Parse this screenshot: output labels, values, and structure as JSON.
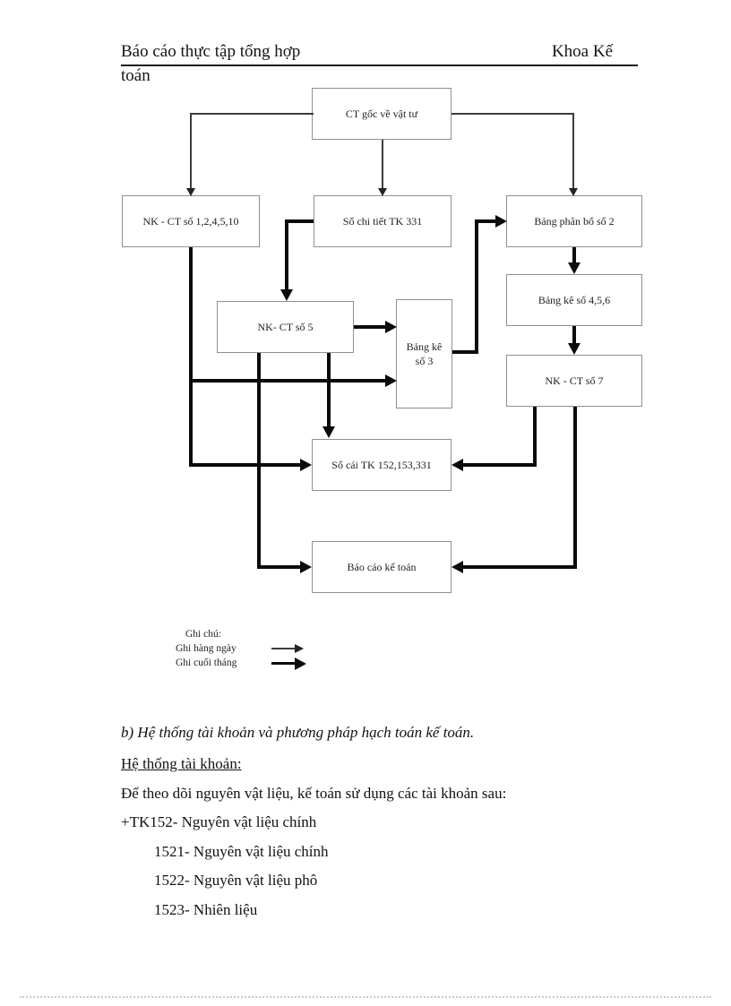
{
  "header": {
    "title_left": "Báo cáo thực tập tổng hợp",
    "title_right": "Khoa Kế",
    "title_wrap": "toán"
  },
  "diagram": {
    "boxes": [
      {
        "id": "ct-goc-vat-tu",
        "label": "CT gốc về vật tư"
      },
      {
        "id": "nk-ct-1-2-4-5-10",
        "label": "NK - CT số 1,2,4,5,10"
      },
      {
        "id": "so-chi-tiet-tk-331",
        "label": "Sổ chi tiết TK 331"
      },
      {
        "id": "bang-phan-bo-so-2",
        "label": "Bảng phân bổ số 2"
      },
      {
        "id": "nk-ct-so-5",
        "label": "NK- CT số 5"
      },
      {
        "id": "bang-ke-so-3",
        "label": "Bảng kê số 3"
      },
      {
        "id": "bang-ke-so-4-5-6",
        "label": "Bảng kê số 4,5,6"
      },
      {
        "id": "nk-ct-so-7",
        "label": "NK - CT số 7"
      },
      {
        "id": "so-cai-tk",
        "label": "Sổ cái TK 152,153,331"
      },
      {
        "id": "bao-cao-ke-toan",
        "label": "Báo cáo kế toán"
      }
    ],
    "legend": {
      "title": "Ghi chú:",
      "items": [
        {
          "label": "Ghi hàng ngày",
          "line_style": "thin",
          "icon": "daily-arrow-icon"
        },
        {
          "label": "Ghi cuối tháng",
          "line_style": "thick",
          "icon": "monthly-arrow-icon"
        }
      ]
    },
    "colors": {
      "box_border": "#8f8f8f",
      "daily_line": "#3c3c3c",
      "monthly_line": "#0b0b0b"
    }
  },
  "body": {
    "heading_b": "b) Hệ thống tài khoản và phương pháp hạch toán kế toán.",
    "subheading": "Hệ thống tài khoản:",
    "intro": "Để theo dõi nguyên vật liệu, kế toán sử dụng các tài khoản sau:",
    "accounts": [
      {
        "text": "+TK152- Nguyên vật liệu chính"
      },
      {
        "text": "1521- Nguyên vật liệu chính"
      },
      {
        "text": "1522- Nguyên vật liệu phô"
      },
      {
        "text": "1523- Nhiên liệu"
      }
    ]
  }
}
